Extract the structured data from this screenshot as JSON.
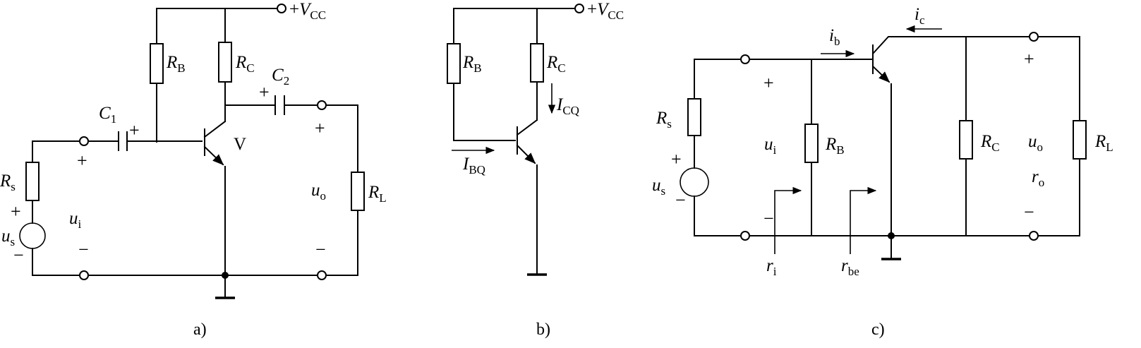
{
  "a": {
    "vcc": {
      "pre": "+",
      "main": "V",
      "sub": "CC"
    },
    "rb": {
      "main": "R",
      "sub": "B"
    },
    "rc": {
      "main": "R",
      "sub": "C"
    },
    "c2": {
      "main": "C",
      "sub": "2"
    },
    "c1": {
      "main": "C",
      "sub": "1"
    },
    "transistor": "V",
    "rs": {
      "main": "R",
      "sub": "s"
    },
    "us": {
      "main": "u",
      "sub": "s"
    },
    "ui": {
      "main": "u",
      "sub": "i"
    },
    "uo": {
      "main": "u",
      "sub": "o"
    },
    "rl": {
      "main": "R",
      "sub": "L"
    },
    "plus": "+",
    "minus": "−",
    "caption": "a)"
  },
  "b": {
    "vcc": {
      "pre": "+",
      "main": "V",
      "sub": "CC"
    },
    "rb": {
      "main": "R",
      "sub": "B"
    },
    "rc": {
      "main": "R",
      "sub": "C"
    },
    "icq": {
      "main": "I",
      "sub": "CQ"
    },
    "ibq": {
      "main": "I",
      "sub": "BQ"
    },
    "caption": "b)"
  },
  "c": {
    "ib": {
      "main": "i",
      "sub": "b"
    },
    "ic": {
      "main": "i",
      "sub": "c"
    },
    "rs": {
      "main": "R",
      "sub": "s"
    },
    "us": {
      "main": "u",
      "sub": "s"
    },
    "ui": {
      "main": "u",
      "sub": "i"
    },
    "rb": {
      "main": "R",
      "sub": "B"
    },
    "rc": {
      "main": "R",
      "sub": "C"
    },
    "uo": {
      "main": "u",
      "sub": "o"
    },
    "ro": {
      "main": "r",
      "sub": "o"
    },
    "rl": {
      "main": "R",
      "sub": "L"
    },
    "ri": {
      "main": "r",
      "sub": "i"
    },
    "rbe": {
      "main": "r",
      "sub": "be"
    },
    "plus": "+",
    "minus": "−",
    "caption": "c)"
  }
}
